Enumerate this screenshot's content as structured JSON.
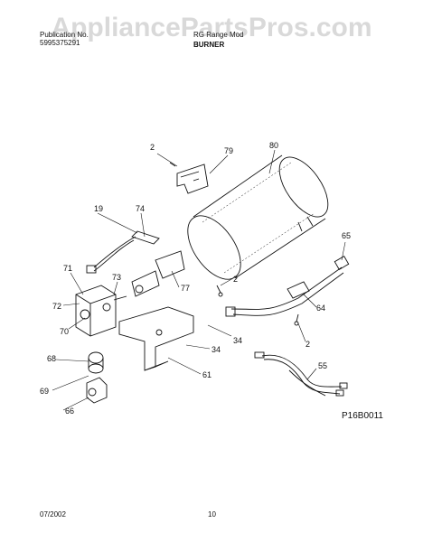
{
  "header": {
    "publication_label": "Publication No.",
    "publication_number": "5995375291",
    "model_label": "RG Range Mod",
    "section_title": "BURNER"
  },
  "watermark": "AppliancePartsPros.com",
  "callouts": {
    "p2a": "2",
    "p79": "79",
    "p80": "80",
    "p19": "19",
    "p74": "74",
    "p65": "65",
    "p71": "71",
    "p73": "73",
    "p2b": "2",
    "p77": "77",
    "p72": "72",
    "p64": "64",
    "p70": "70",
    "p34a": "34",
    "p2c": "2",
    "p34b": "34",
    "p68": "68",
    "p55": "55",
    "p61": "61",
    "p69": "69",
    "p66": "66"
  },
  "diagram_code": "P16B0011",
  "footer": {
    "date": "07/2002",
    "page": "10"
  },
  "colors": {
    "line": "#111111",
    "watermark": "#9a9a9a"
  }
}
